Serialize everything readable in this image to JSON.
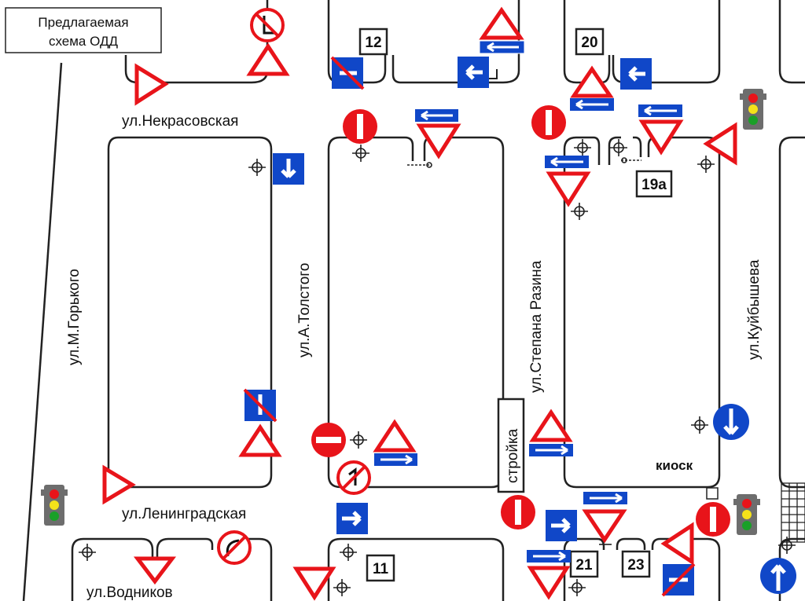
{
  "title_line1": "Предлагаемая",
  "title_line2": "схема ОДД",
  "streets": {
    "nekrasovskaya": "ул.Некрасовская",
    "leningradskaya": "ул.Ленинградская",
    "vodnikov": "ул.Водников",
    "gorkogo": "ул.М.Горького",
    "tolstogo": "ул.А.Толстого",
    "razina": "ул.Степана Разина",
    "kuibysheva": "ул.Куйбышева"
  },
  "building_numbers": [
    "12",
    "20",
    "19а",
    "11",
    "21",
    "23"
  ],
  "construction_label": "стройка",
  "kiosk_label": "киоск",
  "colors": {
    "sign_red": "#e8141a",
    "sign_blue": "#1047c8",
    "lines": "#222222",
    "traffic_light_body": "#6d6d6d"
  },
  "icons": [
    "yield-sign-icon",
    "no-entry-sign-icon",
    "one-way-arrow-icon",
    "one-way-exit-icon",
    "end-one-way-icon",
    "no-u-turn-icon",
    "no-left-turn-icon",
    "straight-only-icon",
    "traffic-light-icon",
    "crosswalk-icon"
  ]
}
